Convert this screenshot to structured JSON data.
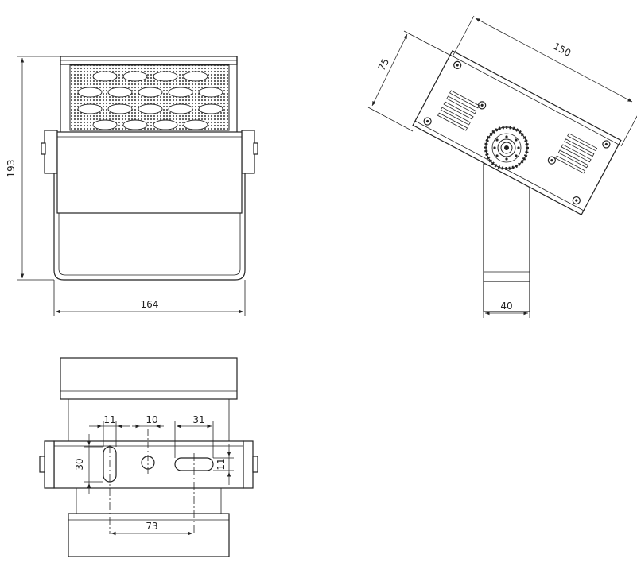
{
  "front_view": {
    "height_label": "193",
    "width_label": "164"
  },
  "side_view": {
    "depth_label": "75",
    "length_label": "150",
    "bracket_width_label": "40"
  },
  "bottom_view": {
    "slot_width_label": "11",
    "hole_diameter_label": "10",
    "slot_length_label": "31",
    "slot_height_label": "11",
    "vertical_slot_label": "30",
    "hole_spacing_label": "73"
  }
}
